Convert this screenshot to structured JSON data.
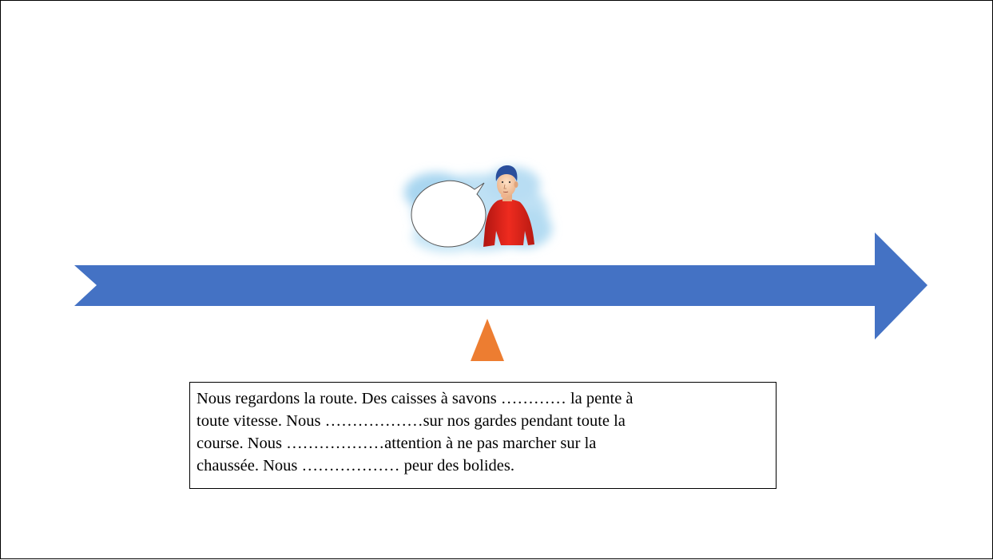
{
  "colors": {
    "arrow": "#4472c4",
    "marker": "#ed7d31",
    "sweater": "#e0241b",
    "hair": "#2a4f9c",
    "skin": "#f3c19a",
    "cloud": "#a9d6f0"
  },
  "illustration": {
    "icon": "person-thinking-with-speech-bubble"
  },
  "exercise": {
    "lines": [
      "Nous regardons la route. Des caisses à savons ………… la pente à",
      "toute vitesse. Nous ………………sur nos gardes pendant toute la",
      "course. Nous ………………attention à ne pas marcher sur la",
      "chaussée. Nous ……………… peur des bolides."
    ]
  }
}
